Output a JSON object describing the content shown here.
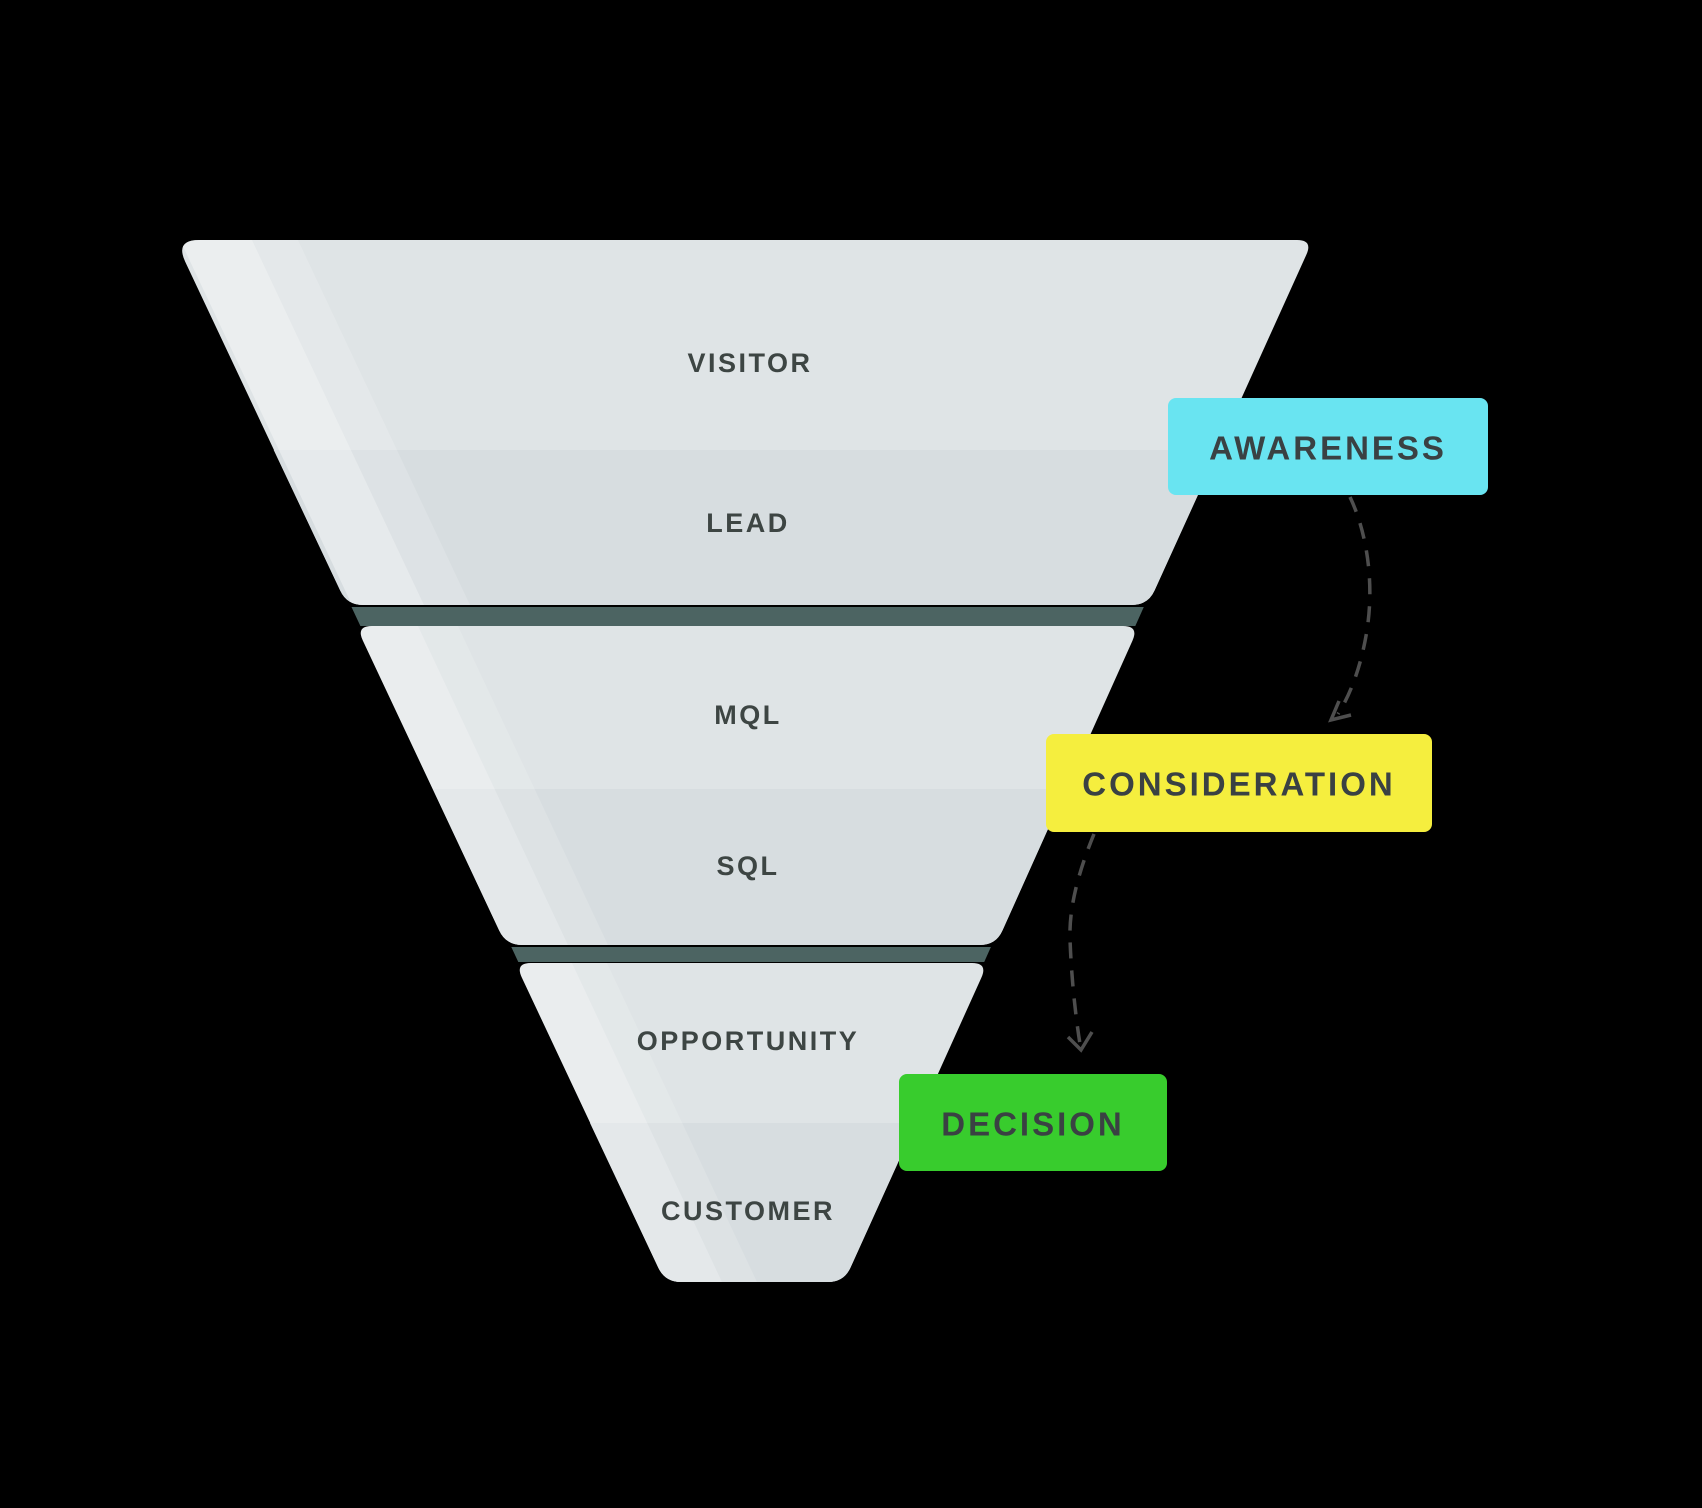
{
  "background_color": "#000000",
  "funnel": {
    "type": "inverted-funnel",
    "stages": [
      {
        "label": "VISITOR"
      },
      {
        "label": "LEAD"
      },
      {
        "label": "MQL"
      },
      {
        "label": "SQL"
      },
      {
        "label": "OPPORTUNITY"
      },
      {
        "label": "CUSTOMER"
      }
    ],
    "segment_light_color": "#dfe4e6",
    "segment_dark_color": "#d7dde0",
    "divider_color": "#4c6462",
    "label_color": "#3d4543"
  },
  "phases": [
    {
      "label": "AWARENESS",
      "color": "#69e4f1"
    },
    {
      "label": "CONSIDERATION",
      "color": "#f5ee3e"
    },
    {
      "label": "DECISION",
      "color": "#38cc2d"
    }
  ],
  "phase_label_color": "#3a4143",
  "arrow_color": "#4e4e4e"
}
